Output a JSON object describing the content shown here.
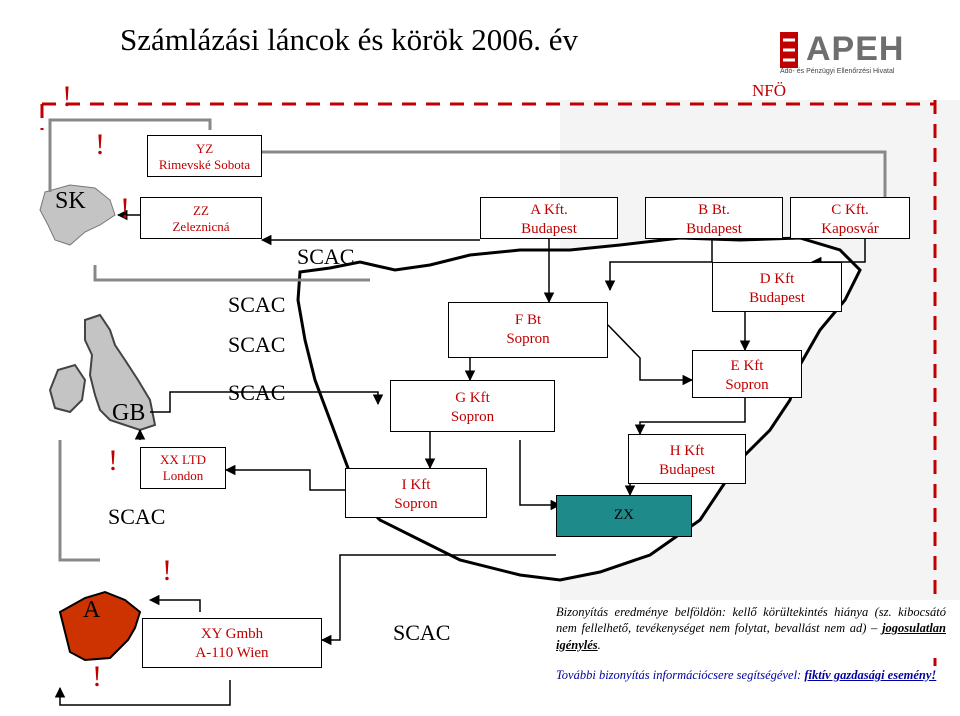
{
  "title": "Számlázási láncok és körök 2006. év",
  "logo": {
    "name": "APEH",
    "subtitle": "Adó- és Pénzügyi Ellenőrzési Hivatal"
  },
  "nfo_label": "NFÖ",
  "countries": {
    "sk": "SK",
    "gb": "GB",
    "a": "A"
  },
  "boxes": {
    "yz": {
      "line1": "YZ",
      "line2": "Rimevské Sobota"
    },
    "zz": {
      "line1": "ZZ",
      "line2": "Zeleznicná"
    },
    "a_kft": {
      "line1": "A Kft.",
      "line2": "Budapest"
    },
    "b_bt": {
      "line1": "B Bt.",
      "line2": "Budapest"
    },
    "c_kft": {
      "line1": "C Kft.",
      "line2": "Kaposvár"
    },
    "d_kft": {
      "line1": "D Kft",
      "line2": "Budapest"
    },
    "e_kft": {
      "line1": "E Kft",
      "line2": "Sopron"
    },
    "f_bt": {
      "line1": "F Bt",
      "line2": "Sopron"
    },
    "g_kft": {
      "line1": "G Kft",
      "line2": "Sopron"
    },
    "h_kft": {
      "line1": "H Kft",
      "line2": "Budapest"
    },
    "i_kft": {
      "line1": "I Kft",
      "line2": "Sopron"
    },
    "xx": {
      "line1": "XX LTD",
      "line2": "London"
    },
    "zx": {
      "label": "ZX"
    },
    "xy": {
      "line1": "XY Gmbh",
      "line2": "A-110 Wien"
    }
  },
  "scac_label": "SCAC",
  "exclamation": "!",
  "info": {
    "p1_text": "Bizonyítás eredménye belföldön: kellő körültekintés hiánya (sz. kibocsátó nem fellelhető, tevékenységet nem folytat, bevallást nem ad) – ",
    "p1_bold": "jogosulatlan igénylés",
    "p1_end": ".",
    "p2_text": "További bizonyítás információcsere segítségével: ",
    "p2_bold": "fiktív gazdasági esemény!"
  },
  "colors": {
    "accent_red": "#c00000",
    "zx_fill": "#1f8a8a",
    "austria_fill": "#cc3300",
    "map_fill": "#c4c4c4"
  }
}
